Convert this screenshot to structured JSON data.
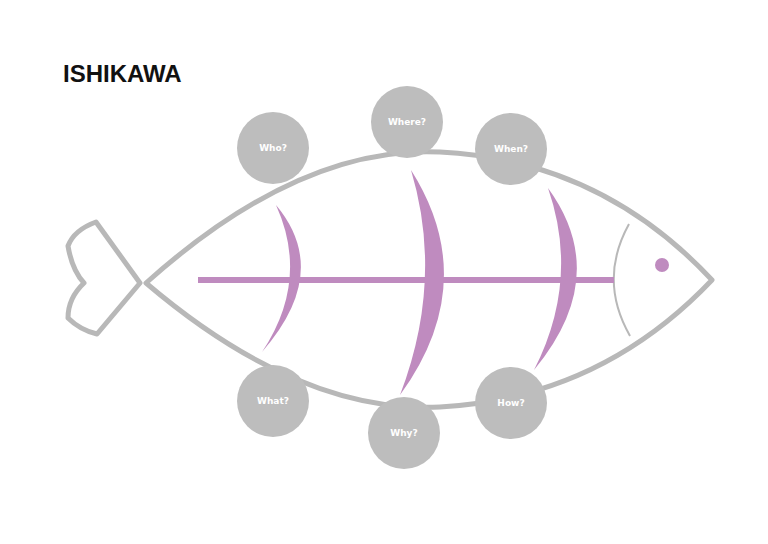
{
  "diagram": {
    "title": "ISHIKAWA",
    "nodes": [
      {
        "text": [
          "Who?"
        ]
      },
      {
        "text": [
          "Where?"
        ]
      },
      {
        "text": [
          "When?"
        ]
      },
      {
        "text": [
          "What?"
        ]
      },
      {
        "text": [
          "Why?"
        ]
      },
      {
        "text": [
          "How?"
        ]
      }
    ]
  }
}
